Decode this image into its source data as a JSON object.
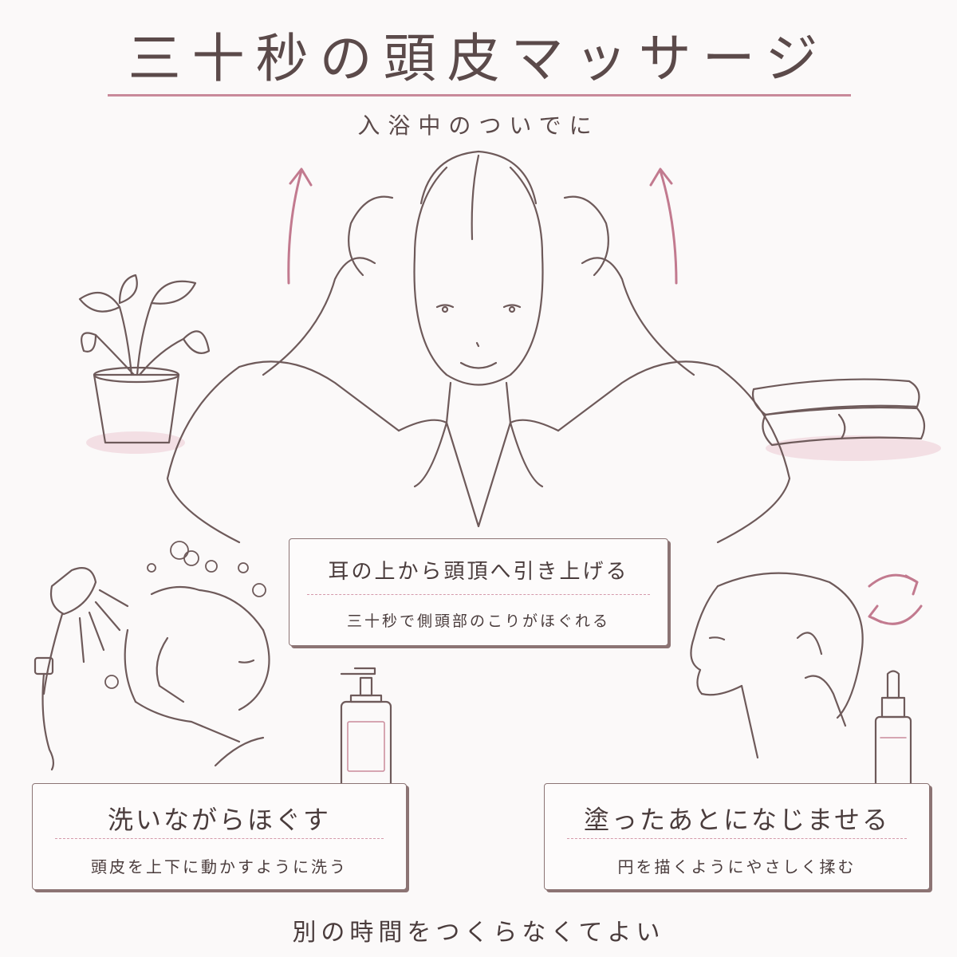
{
  "header": {
    "title": "三十秒の頭皮マッサージ",
    "subtitle": "入浴中のついでに"
  },
  "steps": [
    {
      "heading": "耳の上から頭頂へ引き上げる",
      "detail": "三十秒で側頭部のこりがほぐれる"
    },
    {
      "heading": "洗いながらほぐす",
      "detail": "頭皮を上下に動かすように洗う"
    },
    {
      "heading": "塗ったあとになじませる",
      "detail": "円を描くようにやさしく揉む"
    }
  ],
  "footer": {
    "note": "別の時間をつくらなくてよい"
  },
  "colors": {
    "accent": "#c98a9b",
    "line": "#6e5a5a",
    "text": "#4a3c3c",
    "background": "#fbf9f9",
    "blush": "#f3dfe4"
  },
  "icons": [
    "up-arrow-icon",
    "plant-icon",
    "towel-icon",
    "shower-head-icon",
    "pump-bottle-icon",
    "dropper-bottle-icon",
    "rotate-arrows-icon"
  ]
}
